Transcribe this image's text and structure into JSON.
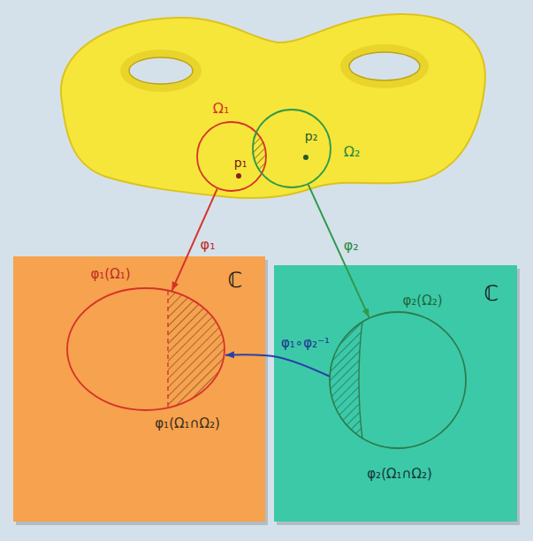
{
  "diagram": {
    "nodes": [
      {
        "text": [
          "Ω₁",
          "p₁"
        ]
      },
      {
        "text": [
          "Ω₂",
          "p₂"
        ]
      },
      {
        "text": [
          "ℂ"
        ]
      },
      {
        "text": [
          "φ₁(Ω₁)"
        ],
        "in": 2
      },
      {
        "text": [
          "φ₁(Ω₁∩Ω₂)"
        ],
        "in": 3
      },
      {
        "text": [
          "ℂ"
        ]
      },
      {
        "text": [
          "φ₂(Ω₂)"
        ],
        "in": 5
      },
      {
        "text": [
          "φ₂(Ω₁∩Ω₂)"
        ],
        "in": 6
      }
    ],
    "edges": [
      {
        "from": 0,
        "to": 3,
        "arrow": "to",
        "label": "φ₁"
      },
      {
        "from": 1,
        "to": 6,
        "arrow": "to",
        "label": "φ₂"
      },
      {
        "from": 7,
        "to": 4,
        "arrow": "to",
        "label": "φ₁∘φ₂⁻¹"
      }
    ]
  }
}
